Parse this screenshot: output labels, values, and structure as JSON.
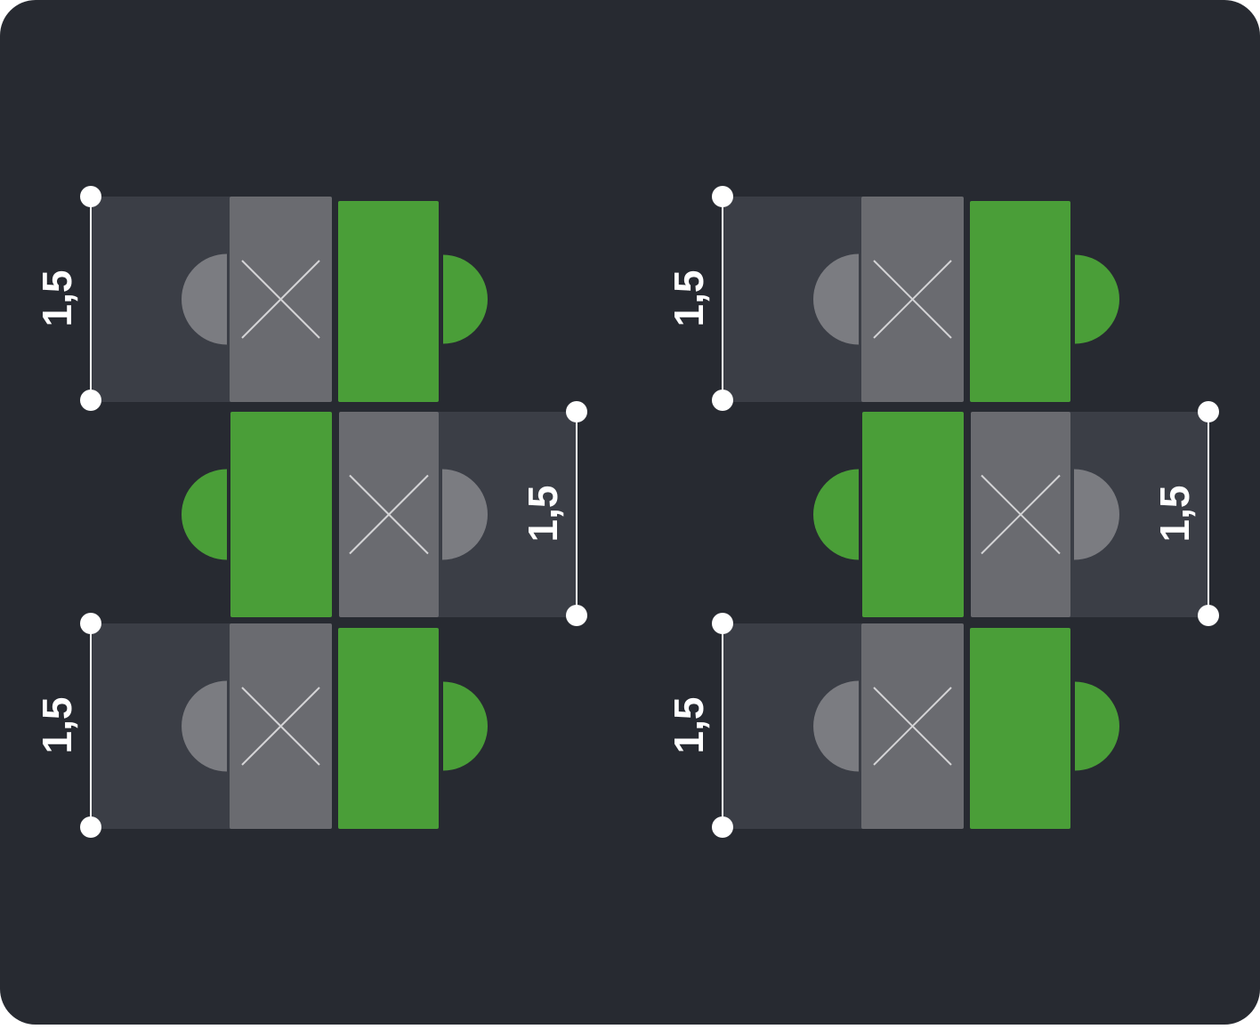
{
  "colors": {
    "background": "#272a31",
    "zone": "#3b3e46",
    "blocked_desk": "#6a6b70",
    "blocked_chair": "#7b7c81",
    "cross": "#d4d4d6",
    "active_desk": "#4a9e38",
    "active_chair": "#4a9e38",
    "dimension": "#ffffff"
  },
  "icons": {
    "blocked": "cross-icon",
    "chair": "chair-icon",
    "marker": "dot-icon"
  },
  "layouts": [
    {
      "name": "layout-left",
      "stations": [
        {
          "orientation": "left",
          "status": "blocked-active",
          "dimension_label": "1,5"
        },
        {
          "orientation": "right",
          "status": "active-blocked",
          "dimension_label": "1,5"
        },
        {
          "orientation": "left",
          "status": "blocked-active",
          "dimension_label": "1,5"
        }
      ]
    },
    {
      "name": "layout-right",
      "stations": [
        {
          "orientation": "left",
          "status": "blocked-active",
          "dimension_label": "1,5"
        },
        {
          "orientation": "right",
          "status": "active-blocked",
          "dimension_label": "1,5"
        },
        {
          "orientation": "left",
          "status": "blocked-active",
          "dimension_label": "1,5"
        }
      ]
    }
  ]
}
